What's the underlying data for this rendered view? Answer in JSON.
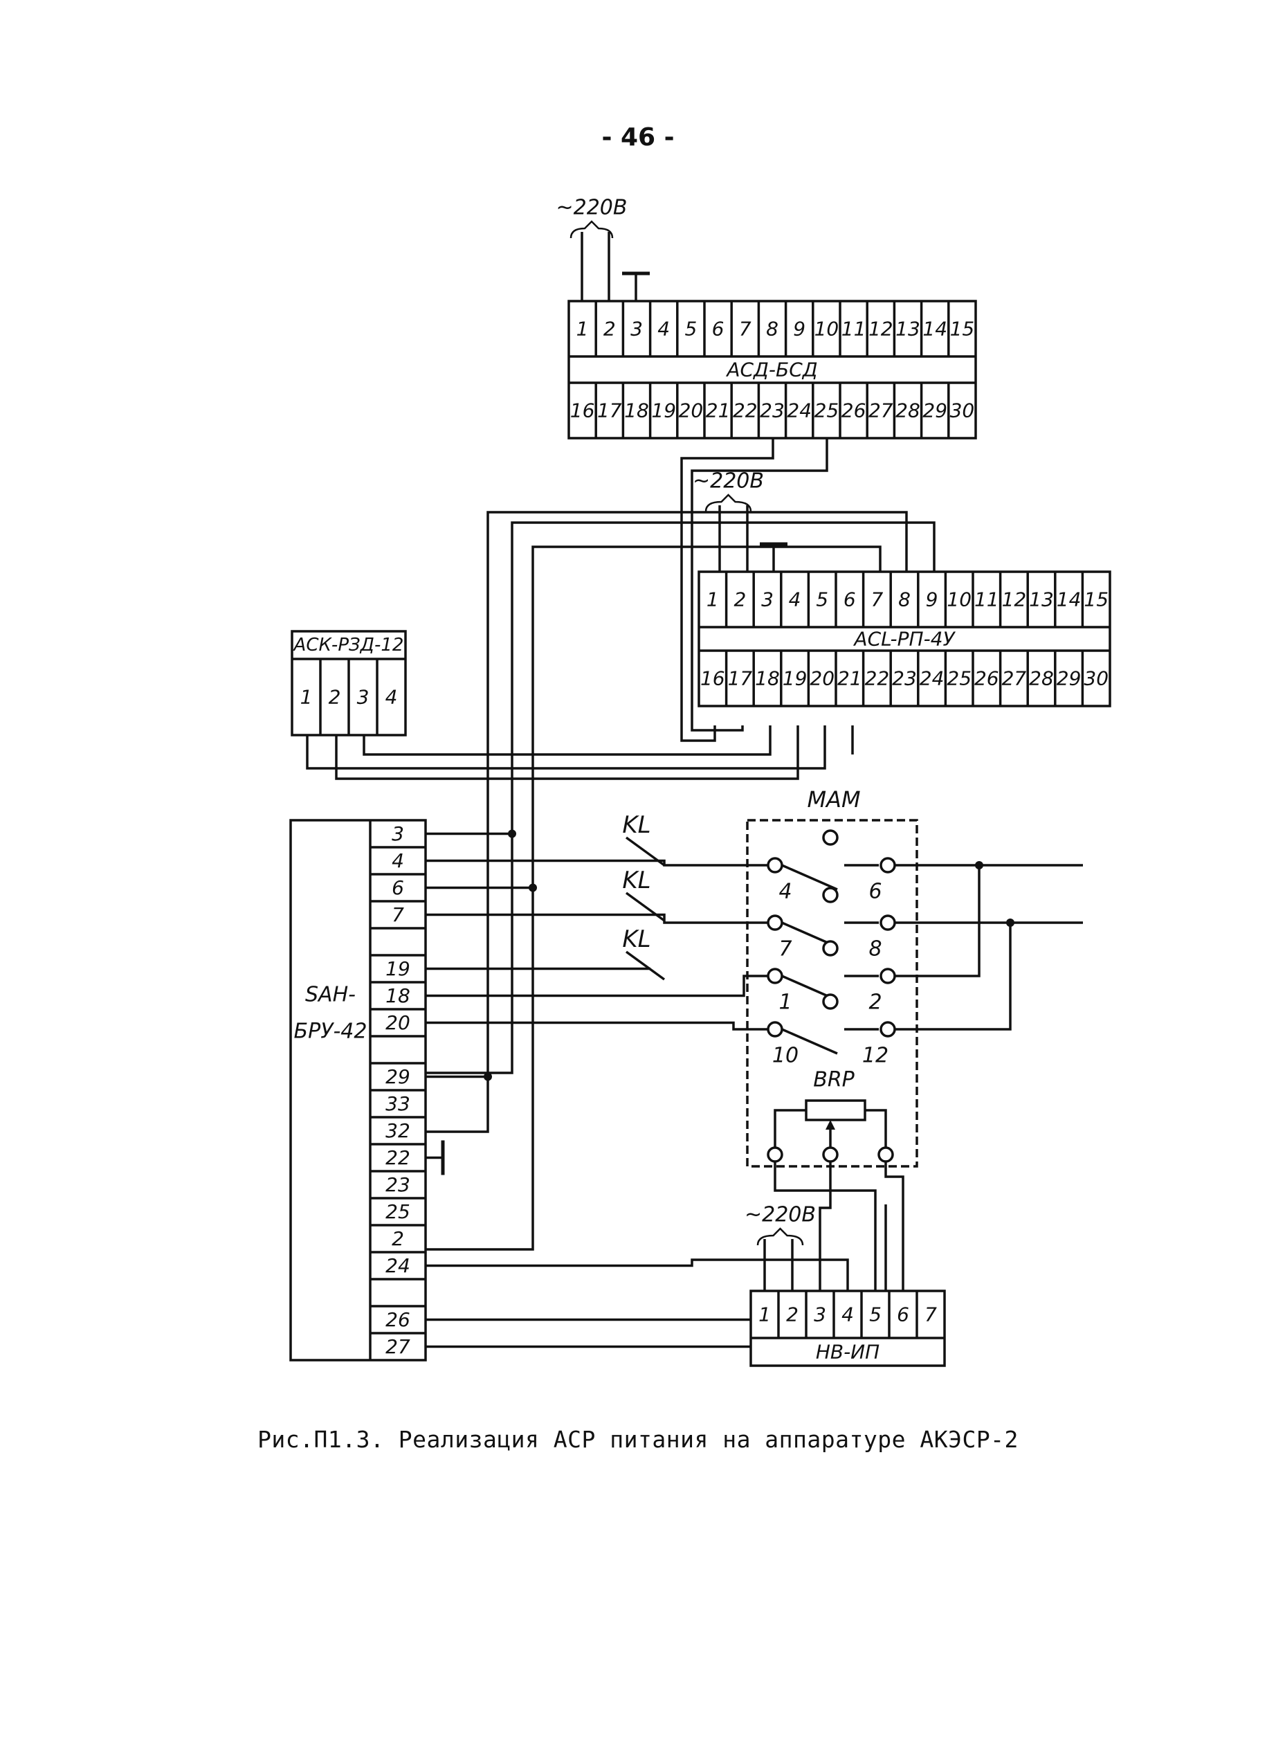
{
  "page_number": "- 46 -",
  "supply_label": "~220В",
  "blocks": {
    "asd_bsd": {
      "name": "АСД-БСД",
      "top_pins": [
        "1",
        "2",
        "3",
        "4",
        "5",
        "6",
        "7",
        "8",
        "9",
        "10",
        "11",
        "12",
        "13",
        "14",
        "15"
      ],
      "bottom_pins": [
        "16",
        "17",
        "18",
        "19",
        "20",
        "21",
        "22",
        "23",
        "24",
        "25",
        "26",
        "27",
        "28",
        "29",
        "30"
      ]
    },
    "asl_rp": {
      "name": "ACL-РП-4У",
      "top_pins": [
        "1",
        "2",
        "3",
        "4",
        "5",
        "6",
        "7",
        "8",
        "9",
        "10",
        "11",
        "12",
        "13",
        "14",
        "15"
      ],
      "bottom_pins": [
        "16",
        "17",
        "18",
        "19",
        "20",
        "21",
        "22",
        "23",
        "24",
        "25",
        "26",
        "27",
        "28",
        "29",
        "30"
      ]
    },
    "ask_rzd": {
      "name": "АСК-РЗД-12",
      "pins": [
        "1",
        "2",
        "3",
        "4"
      ]
    },
    "sah": {
      "name_line1": "SAH-",
      "name_line2": "БРУ-42",
      "pins": [
        "3",
        "4",
        "6",
        "7",
        "",
        "19",
        "18",
        "20",
        "",
        "29",
        "33",
        "32",
        "22",
        "23",
        "25",
        "2",
        "24",
        "",
        "26",
        "27"
      ]
    },
    "mam": {
      "name": "МАМ",
      "contacts": [
        "4",
        "6",
        "7",
        "8",
        "1",
        "2",
        "10",
        "12"
      ],
      "resistor_label": "BRP"
    },
    "nv_ip": {
      "name": "НВ-ИП",
      "pins": [
        "1",
        "2",
        "3",
        "4",
        "5",
        "6",
        "7"
      ]
    }
  },
  "relay_label": "KL",
  "caption": "Рис.П1.3. Реализация АСР питания на аппаратуре АКЭСР-2"
}
